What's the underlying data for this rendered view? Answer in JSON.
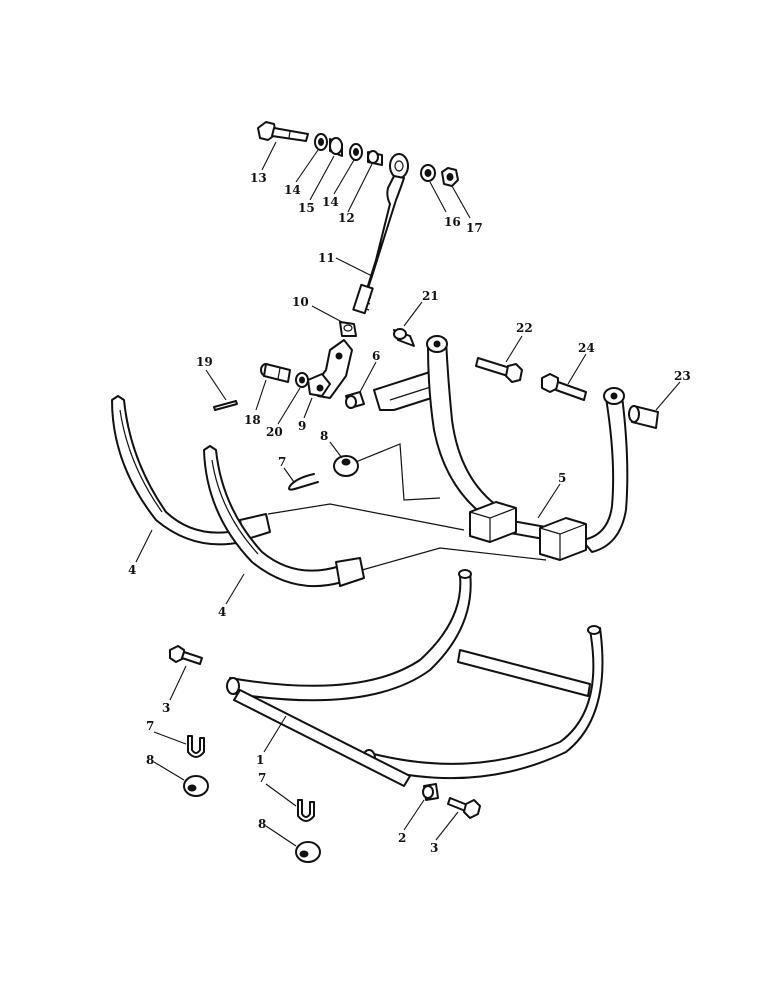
{
  "diagram": {
    "callouts": [
      {
        "id": "c13",
        "text": "13"
      },
      {
        "id": "c14a",
        "text": "14"
      },
      {
        "id": "c15",
        "text": "15"
      },
      {
        "id": "c14b",
        "text": "14"
      },
      {
        "id": "c12",
        "text": "12"
      },
      {
        "id": "c16",
        "text": "16"
      },
      {
        "id": "c17",
        "text": "17"
      },
      {
        "id": "c11",
        "text": "11"
      },
      {
        "id": "c10",
        "text": "10"
      },
      {
        "id": "c21",
        "text": "21"
      },
      {
        "id": "c22",
        "text": "22"
      },
      {
        "id": "c24",
        "text": "24"
      },
      {
        "id": "c23",
        "text": "23"
      },
      {
        "id": "c19",
        "text": "19"
      },
      {
        "id": "c6",
        "text": "6"
      },
      {
        "id": "c18",
        "text": "18"
      },
      {
        "id": "c20",
        "text": "20"
      },
      {
        "id": "c9",
        "text": "9"
      },
      {
        "id": "c8a",
        "text": "8"
      },
      {
        "id": "c7a",
        "text": "7"
      },
      {
        "id": "c5",
        "text": "5"
      },
      {
        "id": "c4a",
        "text": "4"
      },
      {
        "id": "c4b",
        "text": "4"
      },
      {
        "id": "c3a",
        "text": "3"
      },
      {
        "id": "c1",
        "text": "1"
      },
      {
        "id": "c7b",
        "text": "7"
      },
      {
        "id": "c8b",
        "text": "8"
      },
      {
        "id": "c7c",
        "text": "7"
      },
      {
        "id": "c8c",
        "text": "8"
      },
      {
        "id": "c2",
        "text": "2"
      },
      {
        "id": "c3b",
        "text": "3"
      }
    ]
  }
}
